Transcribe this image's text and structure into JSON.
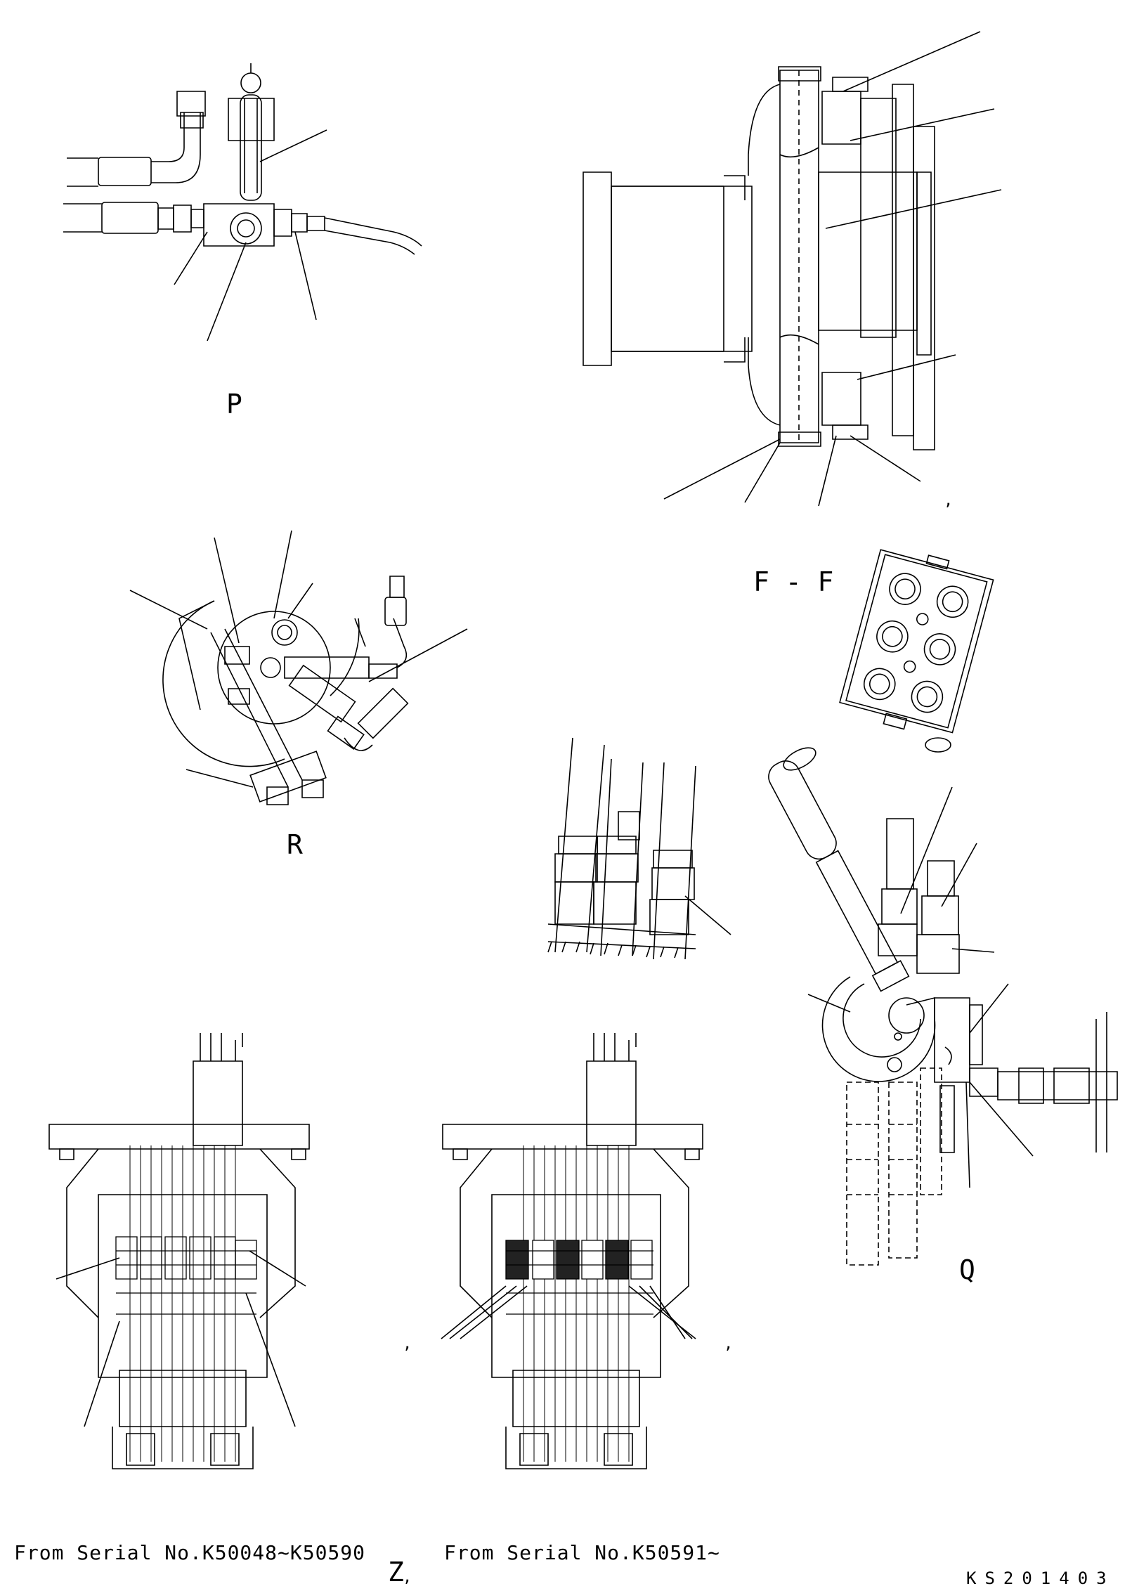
{
  "view_labels": {
    "p": "P",
    "ff": "F - F",
    "r": "R",
    "q": "Q",
    "z": "Z"
  },
  "serial_ranges": {
    "left": "From Serial No.K50048~K50590",
    "right": "From Serial No.K50591~"
  },
  "drawing_code": "KS201403",
  "ref_marks": [
    ",",
    ",",
    ",",
    ","
  ]
}
